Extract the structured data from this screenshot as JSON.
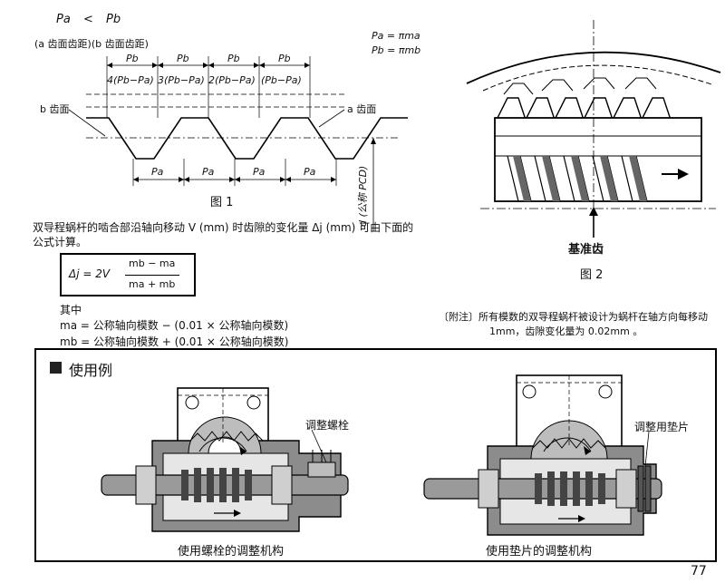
{
  "fig1": {
    "top_formula": {
      "pa": "Pa",
      "lt": "<",
      "pb": "Pb"
    },
    "subtitle": "(a 齿面齿距)(b 齿面齿距)",
    "eq1": "Pa = πma",
    "eq2": "Pb = πmb",
    "pb_labels": [
      "Pb",
      "Pb",
      "Pb",
      "Pb"
    ],
    "diff_labels": [
      "4(Pb−Pa)",
      "3(Pb−Pa)",
      "2(Pb−Pa)",
      "(Pb−Pa)"
    ],
    "pa_labels": [
      "Pa",
      "Pa",
      "Pa",
      "Pa"
    ],
    "b_face": "b 齿面",
    "a_face": "a 齿面",
    "pcd": "d (公称 PCD)",
    "caption": "图 1"
  },
  "desc": {
    "line1": "双导程蜗杆的啮合部沿轴向移动 V (mm) 时齿隙的变化量 Δj (mm) 可由下面的",
    "line2": "公式计算。"
  },
  "formula": {
    "lhs": "Δj = 2V",
    "num": "mb − ma",
    "den": "ma + mb"
  },
  "notes": {
    "header": "其中",
    "ma": "ma = 公称轴向模数 − (0.01 × 公称轴向模数)",
    "mb": "mb = 公称轴向模数 + (0.01 × 公称轴向模数)"
  },
  "fig2": {
    "label": "基准齿",
    "caption": "图 2"
  },
  "appendix": {
    "line1": "〔附注〕所有模数的双导程蜗杆被设计为蜗杆在轴方向每移动",
    "line2": "1mm，齿隙变化量为 0.02mm 。"
  },
  "usage": {
    "title": "使用例",
    "left_label": "调整螺栓",
    "left_caption": "使用螺栓的调整机构",
    "right_label": "调整用垫片",
    "right_caption": "使用垫片的调整机构"
  },
  "page_number": "77"
}
